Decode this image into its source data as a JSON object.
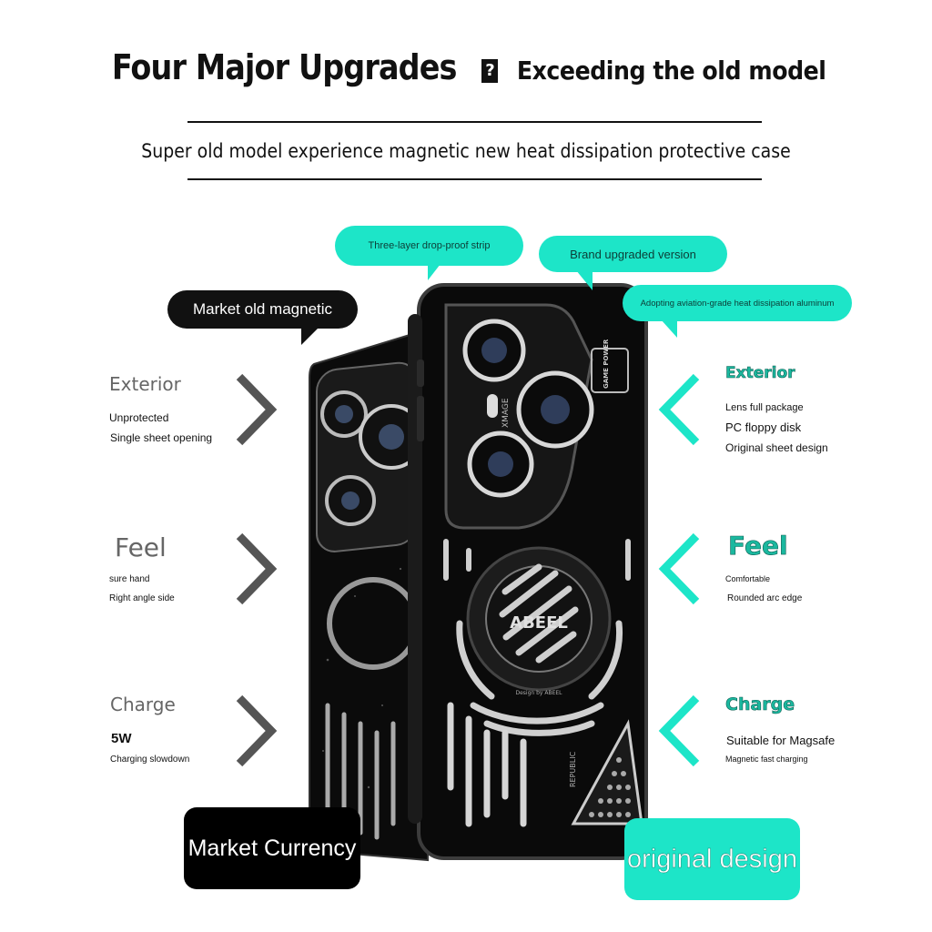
{
  "header": {
    "title_main": "Four Major Upgrades",
    "title_sep": "?",
    "title_tail": "Exceeding the old model",
    "subtitle": "Super old model experience magnetic new heat dissipation protective case"
  },
  "bubbles": {
    "drop_proof": "Three-layer drop-proof strip",
    "brand": "Brand upgraded version",
    "aviation": "Adopting aviation-grade heat dissipation aluminum",
    "old_magnetic": "Market old magnetic"
  },
  "left": {
    "exterior": {
      "head": "Exterior",
      "line1": "Unprotected",
      "line2": "Single sheet opening"
    },
    "feel": {
      "head": "Feel",
      "line1": "sure hand",
      "line2": "Right angle side"
    },
    "charge": {
      "head": "Charge",
      "line1": "5W",
      "line2": "Charging slowdown"
    }
  },
  "right": {
    "exterior": {
      "head": "Exterior",
      "line1": "Lens full package",
      "line2": "PC floppy disk",
      "line3": "Original sheet design"
    },
    "feel": {
      "head": "Feel",
      "line1": "Comfortable",
      "line2": "Rounded arc edge"
    },
    "charge": {
      "head": "Charge",
      "line1": "Suitable for Magsafe",
      "line2": "Magnetic fast charging"
    }
  },
  "phone": {
    "brand_logo": "ABEEL",
    "camera_text": "XMAGE",
    "badge_text": "GAME POWER",
    "design_by": "Design by ABEEL",
    "republic": "REPUBLIC"
  },
  "badges": {
    "market": "Market Currency",
    "original": "original design"
  },
  "colors": {
    "accent": "#1de5c8",
    "dark": "#111111",
    "chevron_gray": "#555555"
  }
}
